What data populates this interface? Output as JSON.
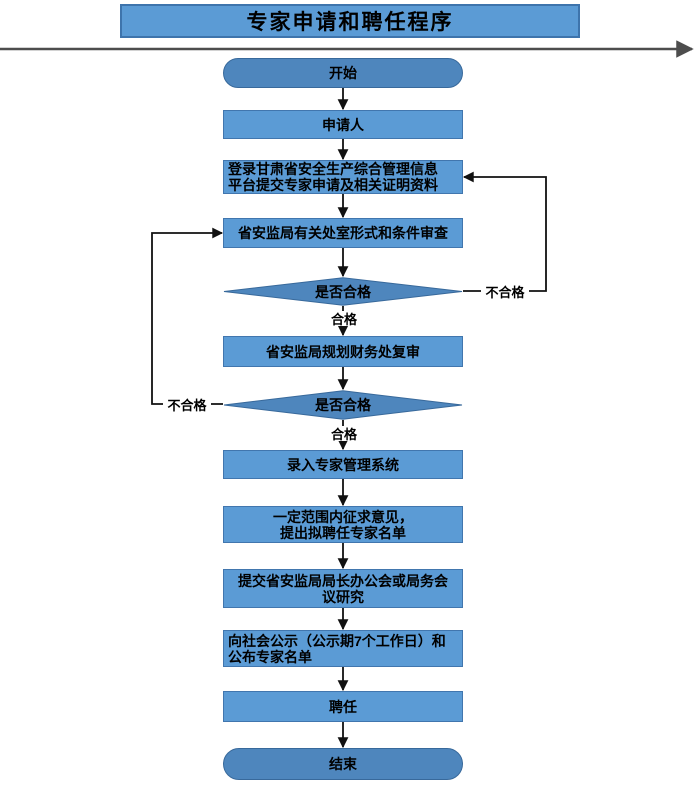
{
  "title": "专家申请和聘任程序",
  "nodes": {
    "start": "开始",
    "applicant": "申请人",
    "login": "登录甘肃省安全生产综合管理信息\n平台提交专家申请及相关证明资料",
    "format_review": "省安监局有关处室形式和条件审查",
    "decision1": "是否合格",
    "finance_review": "省安监局规划财务处复审",
    "decision2": "是否合格",
    "enter_system": "录入专家管理系统",
    "solicit": "一定范围内征求意见，\n提出拟聘任专家名单",
    "submit_meeting": "提交省安监局局长办公会或局务会\n议研究",
    "public_notice": "向社会公示（公示期7个工作日）和\n公布专家名单",
    "appoint": "聘任",
    "end": "结束"
  },
  "edge_labels": {
    "pass": "合格",
    "fail": "不合格"
  },
  "colors": {
    "box_fill": "#5B9BD5",
    "box_border": "#4176AE",
    "terminal_fill": "#4E86BD",
    "terminal_border": "#38699B",
    "connector": "#111111",
    "top_rule": "#4d4d4d",
    "text": "#000000"
  }
}
